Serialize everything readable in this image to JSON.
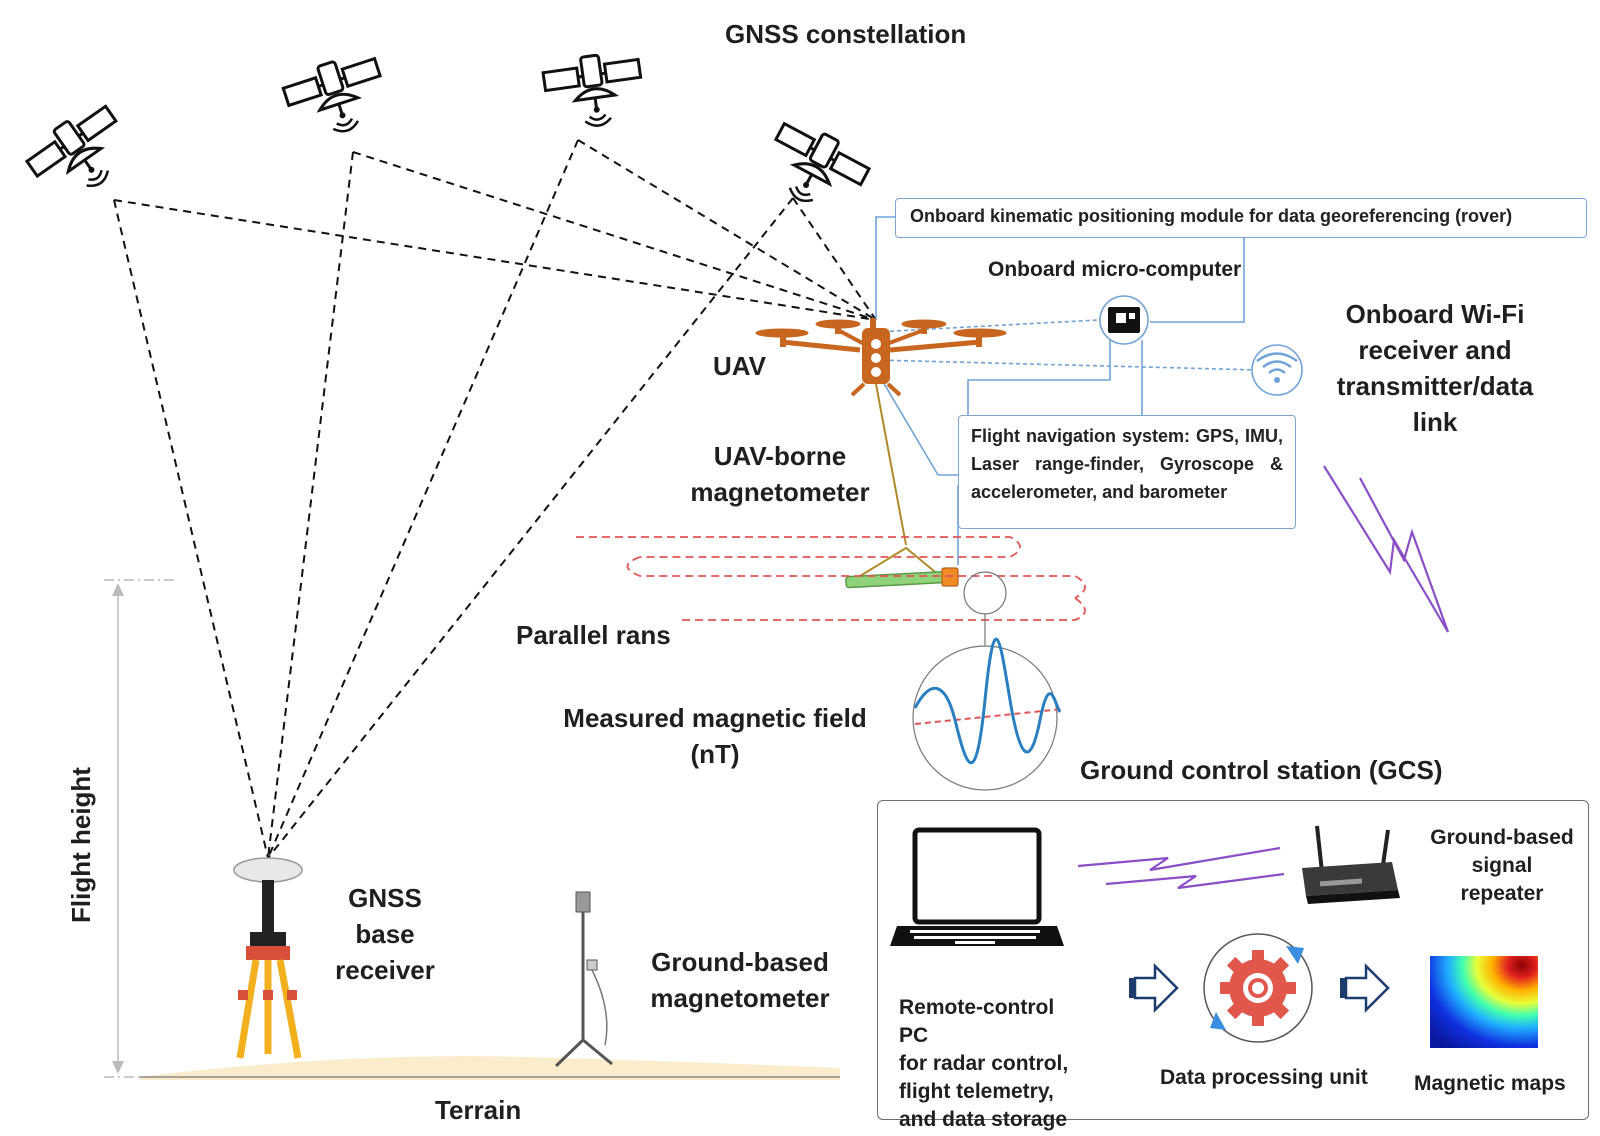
{
  "title": "GNSS constellation",
  "labels": {
    "rover_module": "Onboard kinematic positioning module for data georeferencing (rover)",
    "micro_computer": "Onboard micro-computer",
    "wifi": [
      "Onboard Wi-Fi",
      "receiver and",
      "transmitter/data",
      "link"
    ],
    "uav": "UAV",
    "uav_magnetometer": [
      "UAV-borne",
      "magnetometer"
    ],
    "flight_nav": "Flight navigation system: GPS, IMU, Laser range-finder, Gyroscope & accelerometer, and barometer",
    "parallel_runs": "Parallel rans",
    "measured_field": [
      "Measured magnetic field",
      "(nT)"
    ],
    "flight_height": "Flight height",
    "gnss_base": [
      "GNSS",
      "base",
      "receiver"
    ],
    "ground_magnetometer": [
      "Ground-based",
      "magnetometer"
    ],
    "terrain": "Terrain",
    "gcs": {
      "title": "Ground control station (GCS)",
      "repeater": [
        "Ground-based",
        "signal",
        "repeater"
      ],
      "pc": [
        "Remote-control PC",
        "for radar control,",
        "flight telemetry,",
        "and data storage"
      ],
      "processing": "Data processing unit",
      "maps": "Magnetic maps"
    }
  },
  "colors": {
    "uav": "#c8651e",
    "link": "#8a4fc7",
    "run_path": "#e05555",
    "signal_line": "#6fa3d8",
    "gear": "#e2574c",
    "magnetometer_body": "#8fd27a"
  },
  "icons": [
    "satellite-icon",
    "uav-icon",
    "micro-computer-icon",
    "wifi-icon",
    "laptop-icon",
    "router-icon",
    "gear-icon",
    "tripod-icon",
    "magnetometer-icon",
    "heatmap-icon"
  ]
}
